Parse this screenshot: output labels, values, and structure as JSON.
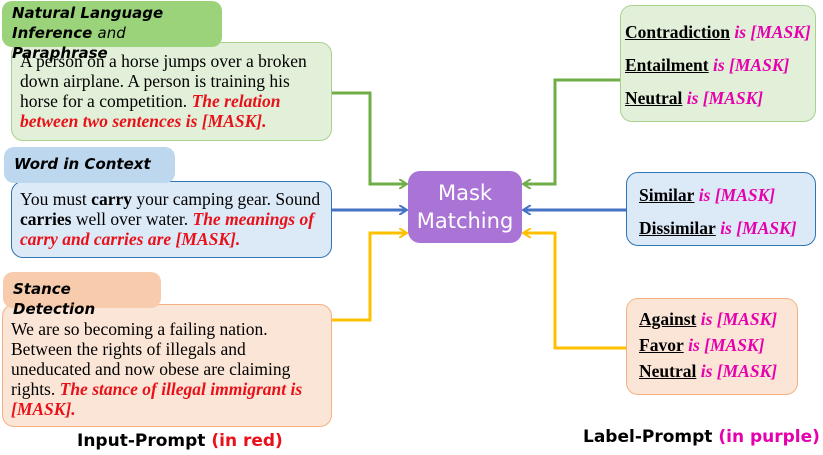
{
  "tasks": {
    "nli": {
      "title_part1": "Natural Language",
      "title_part2": "Inference",
      "title_and": "and",
      "title_part3": "Paraphrase",
      "input_text": "A person on a horse jumps over a broken down airplane. A person is training his horse for a competition.",
      "prompt_text": "The relation between two sentences is [MASK]."
    },
    "wic": {
      "title": "Word in Context",
      "text_1": "You must",
      "word_1": "carry",
      "text_2": "your camping gear.  Sound",
      "word_2": "carries",
      "text_3": "well over water.",
      "prompt_text": "The meanings of carry and carries are [MASK]."
    },
    "stance": {
      "title": "Stance Detection",
      "input_text": "We are so becoming a failing nation. Between the rights of illegals and uneducated and now obese are claiming rights.",
      "prompt_text": "The stance of illegal immigrant is [MASK]."
    }
  },
  "center": {
    "line1": "Mask",
    "line2": "Matching"
  },
  "mask_token": "is [MASK]",
  "labels": {
    "nli": [
      "Contradiction",
      "Entailment",
      "Neutral"
    ],
    "wic": [
      "Similar",
      "Dissimilar"
    ],
    "stance": [
      "Against",
      "Favor",
      "Neutral"
    ]
  },
  "footer": {
    "input_label": "Input-Prompt",
    "input_note": "(in red)",
    "label_label": "Label-Prompt",
    "label_note": "(in purple)"
  },
  "colors": {
    "green_arrow": "#70ad47",
    "blue_arrow": "#4472c4",
    "yellow_arrow": "#ffc000",
    "red_text": "#e8111a",
    "purple_text": "#e600ad",
    "center_fill": "#a974d6"
  }
}
